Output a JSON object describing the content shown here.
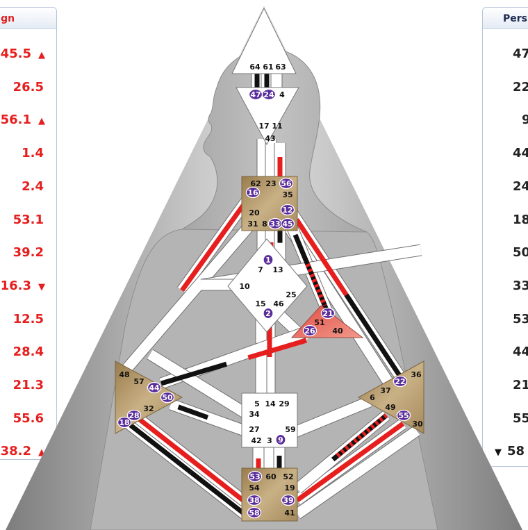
{
  "design_panel": {
    "header": "sign",
    "rows": [
      {
        "value": "45.5",
        "arrow": "▲"
      },
      {
        "value": "26.5",
        "arrow": ""
      },
      {
        "value": "56.1",
        "arrow": "▲"
      },
      {
        "value": "1.4",
        "arrow": ""
      },
      {
        "value": "2.4",
        "arrow": ""
      },
      {
        "value": "53.1",
        "arrow": ""
      },
      {
        "value": "39.2",
        "arrow": ""
      },
      {
        "value": "16.3",
        "arrow": "▼"
      },
      {
        "value": "12.5",
        "arrow": ""
      },
      {
        "value": "28.4",
        "arrow": ""
      },
      {
        "value": "21.3",
        "arrow": ""
      },
      {
        "value": "55.6",
        "arrow": ""
      },
      {
        "value": "38.2",
        "arrow": "▲"
      }
    ]
  },
  "personality_panel": {
    "header": "Pers",
    "rows": [
      {
        "arrow": "",
        "value": "47"
      },
      {
        "arrow": "",
        "value": "22"
      },
      {
        "arrow": "",
        "value": "9"
      },
      {
        "arrow": "",
        "value": "44"
      },
      {
        "arrow": "",
        "value": "24"
      },
      {
        "arrow": "",
        "value": "18"
      },
      {
        "arrow": "",
        "value": "50"
      },
      {
        "arrow": "",
        "value": "33"
      },
      {
        "arrow": "",
        "value": "53"
      },
      {
        "arrow": "",
        "value": "44"
      },
      {
        "arrow": "",
        "value": "21"
      },
      {
        "arrow": "",
        "value": "55"
      },
      {
        "arrow": "▼",
        "value": "58"
      }
    ]
  },
  "colors": {
    "design_red": "#e61e1e",
    "personality_black": "#111111",
    "center_tan": "#b59a6a",
    "heart_red": "#e8685a",
    "gate_badge": "#5a2d9a"
  },
  "bodygraph": {
    "centers": {
      "head": {
        "gates": [
          "64",
          "61",
          "63"
        ]
      },
      "ajna": {
        "gates": [
          "47",
          "24",
          "4",
          "17",
          "11",
          "43"
        ]
      },
      "throat": {
        "gates": [
          "62",
          "23",
          "56",
          "16",
          "35",
          "20",
          "12",
          "31",
          "8",
          "33",
          "45"
        ]
      },
      "g": {
        "gates": [
          "1",
          "7",
          "13",
          "10",
          "25",
          "15",
          "46",
          "2"
        ]
      },
      "heart": {
        "gates": [
          "21",
          "51",
          "26",
          "40"
        ]
      },
      "spleen": {
        "gates": [
          "48",
          "57",
          "44",
          "50",
          "32",
          "28",
          "18"
        ]
      },
      "solar_plexus": {
        "gates": [
          "36",
          "22",
          "6",
          "37",
          "49",
          "55",
          "30"
        ]
      },
      "sacral": {
        "gates": [
          "5",
          "14",
          "29",
          "34",
          "27",
          "59",
          "42",
          "3",
          "9"
        ]
      },
      "root": {
        "gates": [
          "53",
          "60",
          "52",
          "54",
          "19",
          "38",
          "39",
          "58",
          "41"
        ]
      }
    }
  }
}
